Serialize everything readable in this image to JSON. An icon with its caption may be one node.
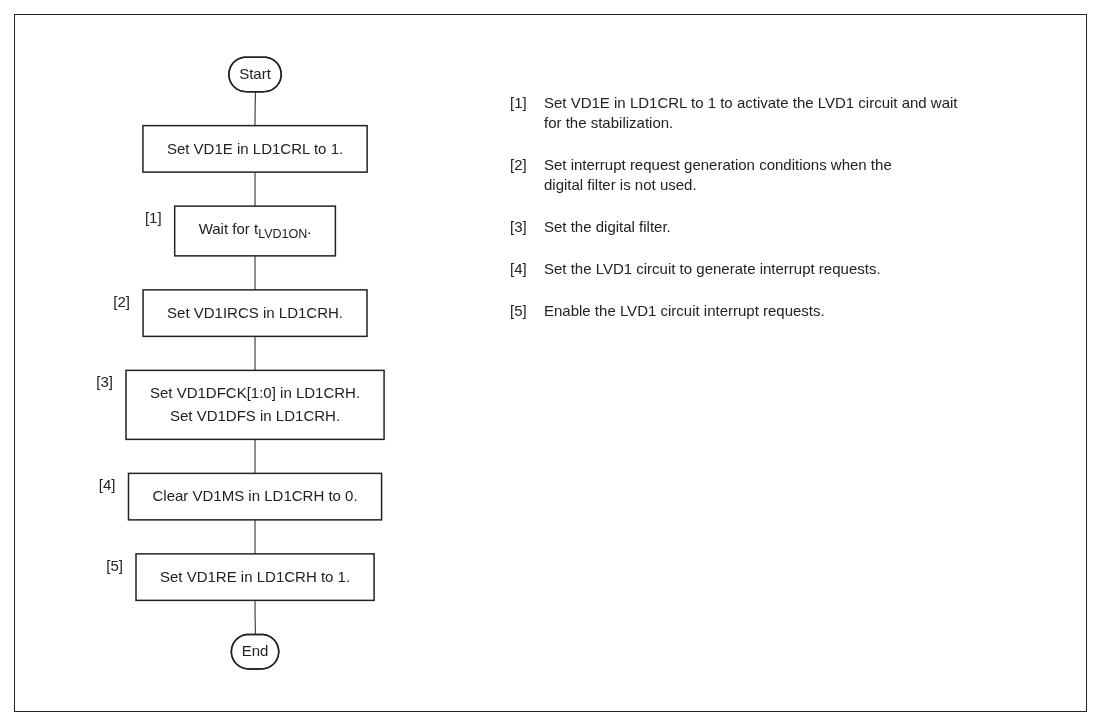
{
  "diagram": {
    "nodes": [
      {
        "text": [
          "Start"
        ]
      },
      {
        "text": [
          "Set VD1E in LD1CRL to 1."
        ]
      },
      {
        "text": [
          "Wait for t$_{LVD1ON}$."
        ],
        "beside": [
          "[1]"
        ]
      },
      {
        "text": [
          "Set VD1IRCS in LD1CRH."
        ],
        "beside": [
          "[2]"
        ]
      },
      {
        "text": [
          "Set VD1DFCK[1:0] in LD1CRH. Set VD1DFS in LD1CRH."
        ],
        "beside": [
          "[3]"
        ]
      },
      {
        "text": [
          "Clear VD1MS in LD1CRH to 0."
        ],
        "beside": [
          "[4]"
        ]
      },
      {
        "text": [
          "Set VD1RE in LD1CRH to 1."
        ],
        "beside": [
          "[5]"
        ]
      },
      {
        "text": [
          "End"
        ]
      }
    ],
    "edges": [
      {
        "from": 0,
        "to": 1,
        "arrow": "none"
      },
      {
        "from": 1,
        "to": 2,
        "arrow": "none"
      },
      {
        "from": 2,
        "to": 3,
        "arrow": "none"
      },
      {
        "from": 3,
        "to": 4,
        "arrow": "none"
      },
      {
        "from": 4,
        "to": 5,
        "arrow": "none"
      },
      {
        "from": 5,
        "to": 6,
        "arrow": "none"
      },
      {
        "from": 6,
        "to": 7,
        "arrow": "none"
      }
    ],
    "labels": [
      "[1]",
      "Set VD1E in LD1CRL to 1 to activate the LVD1 circuit and wait for the stabilization.",
      "[2]",
      "Set interrupt request generation conditions when the digital filter is not used.",
      "[3]",
      "Set the digital filter.",
      "[4]",
      "Set the LVD1 circuit to generate interrupt requests.",
      "[5]",
      "Enable the LVD1 circuit interrupt requests."
    ]
  }
}
